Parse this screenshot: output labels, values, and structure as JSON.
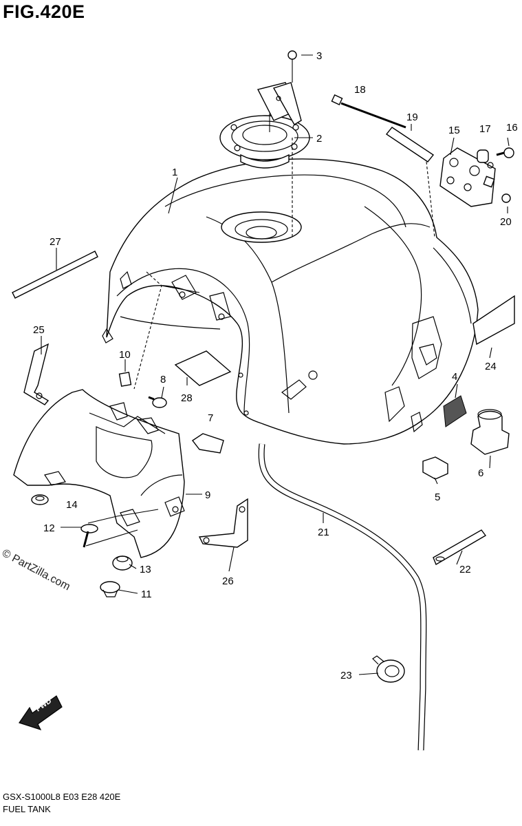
{
  "figure": {
    "title": "FIG.420E",
    "model_code": "GSX-S1000L8  E03  E28  420E",
    "section_name": "FUEL TANK",
    "watermark": "© PartZilla.com",
    "direction_marker": "FWD"
  },
  "callouts": [
    {
      "id": "c1",
      "label": "1"
    },
    {
      "id": "c2",
      "label": "2"
    },
    {
      "id": "c3",
      "label": "3"
    },
    {
      "id": "c4",
      "label": "4"
    },
    {
      "id": "c5",
      "label": "5"
    },
    {
      "id": "c6",
      "label": "6"
    },
    {
      "id": "c7",
      "label": "7"
    },
    {
      "id": "c8",
      "label": "8"
    },
    {
      "id": "c9",
      "label": "9"
    },
    {
      "id": "c10",
      "label": "10"
    },
    {
      "id": "c11",
      "label": "11"
    },
    {
      "id": "c12",
      "label": "12"
    },
    {
      "id": "c13",
      "label": "13"
    },
    {
      "id": "c14",
      "label": "14"
    },
    {
      "id": "c15",
      "label": "15"
    },
    {
      "id": "c16",
      "label": "16"
    },
    {
      "id": "c17",
      "label": "17"
    },
    {
      "id": "c18",
      "label": "18"
    },
    {
      "id": "c19",
      "label": "19"
    },
    {
      "id": "c20",
      "label": "20"
    },
    {
      "id": "c21",
      "label": "21"
    },
    {
      "id": "c22",
      "label": "22"
    },
    {
      "id": "c23",
      "label": "23"
    },
    {
      "id": "c24",
      "label": "24"
    },
    {
      "id": "c25",
      "label": "25"
    },
    {
      "id": "c26",
      "label": "26"
    },
    {
      "id": "c27",
      "label": "27"
    },
    {
      "id": "c28",
      "label": "28"
    }
  ]
}
